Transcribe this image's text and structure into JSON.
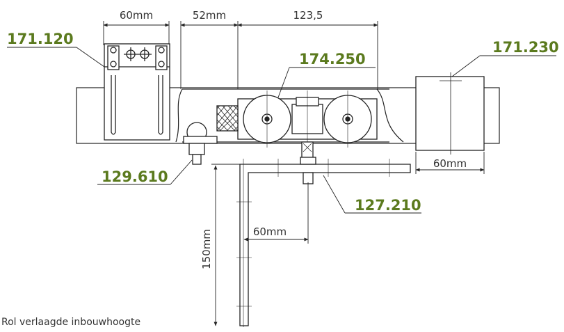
{
  "dimensions": {
    "width_left": "60mm",
    "gap": "52mm",
    "span": "123,5",
    "width_right": "60mm",
    "bracket_offset": "60mm",
    "bracket_height": "150mm"
  },
  "part_labels": {
    "left_guide": "171.120",
    "right_guide": "171.230",
    "roller_carriage": "174.250",
    "bolt": "129.610",
    "bracket": "127.210"
  },
  "caption": "Rol verlaagde inbouwhoogte",
  "colors": {
    "label": "#5b7a1e",
    "line": "#222222",
    "dim_text": "#333333"
  }
}
